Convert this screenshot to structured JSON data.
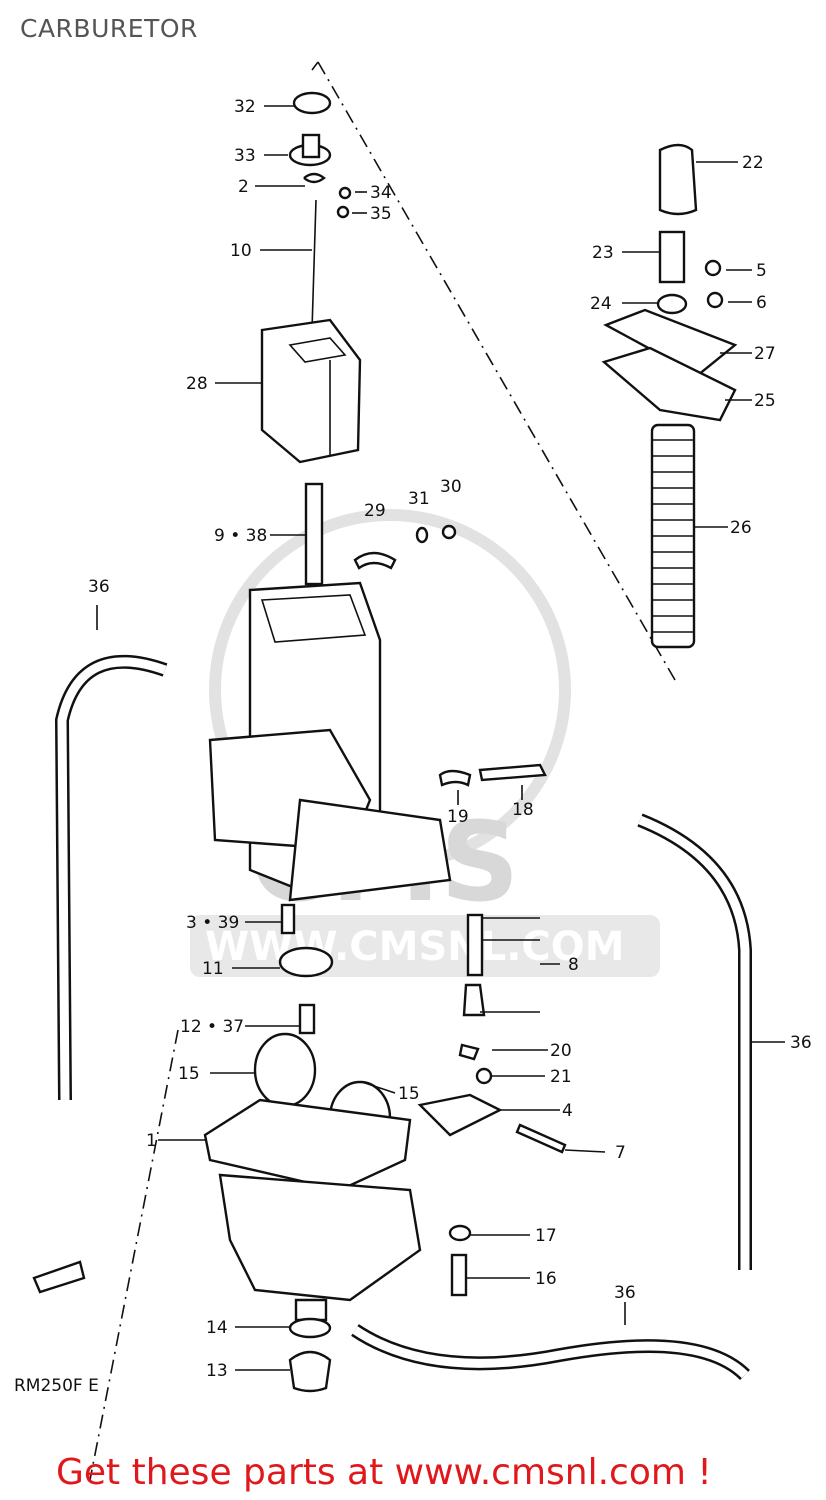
{
  "header": {
    "title": "CARBURETOR"
  },
  "model_code": "RM250F  E",
  "watermark": {
    "logo_text": "CMS",
    "url_text": "WWW.CMSNL.COM"
  },
  "footer": {
    "text": "Get these parts at www.cmsnl.com !"
  },
  "labels": {
    "p32": "32",
    "p33": "33",
    "p2": "2",
    "p34": "34",
    "p35": "35",
    "p10": "10",
    "p28": "28",
    "p22": "22",
    "p23": "23",
    "p5": "5",
    "p24": "24",
    "p6": "6",
    "p27": "27",
    "p25": "25",
    "p26": "26",
    "p9_38": "9 • 38",
    "p29": "29",
    "p31": "31",
    "p30": "30",
    "p36a": "36",
    "p19": "19",
    "p18": "18",
    "p3_39": "3 • 39",
    "p8": "8",
    "p11": "11",
    "p36b": "36",
    "p12_37": "12 • 37",
    "p20": "20",
    "p15a": "15",
    "p15b": "15",
    "p21": "21",
    "p4": "4",
    "p1": "1",
    "p7": "7",
    "p17": "17",
    "p16": "16",
    "p36c": "36",
    "p14": "14",
    "p13": "13"
  },
  "colors": {
    "footer": "#e0181b",
    "lines": "#111111",
    "watermark": "#d8d8d8"
  }
}
